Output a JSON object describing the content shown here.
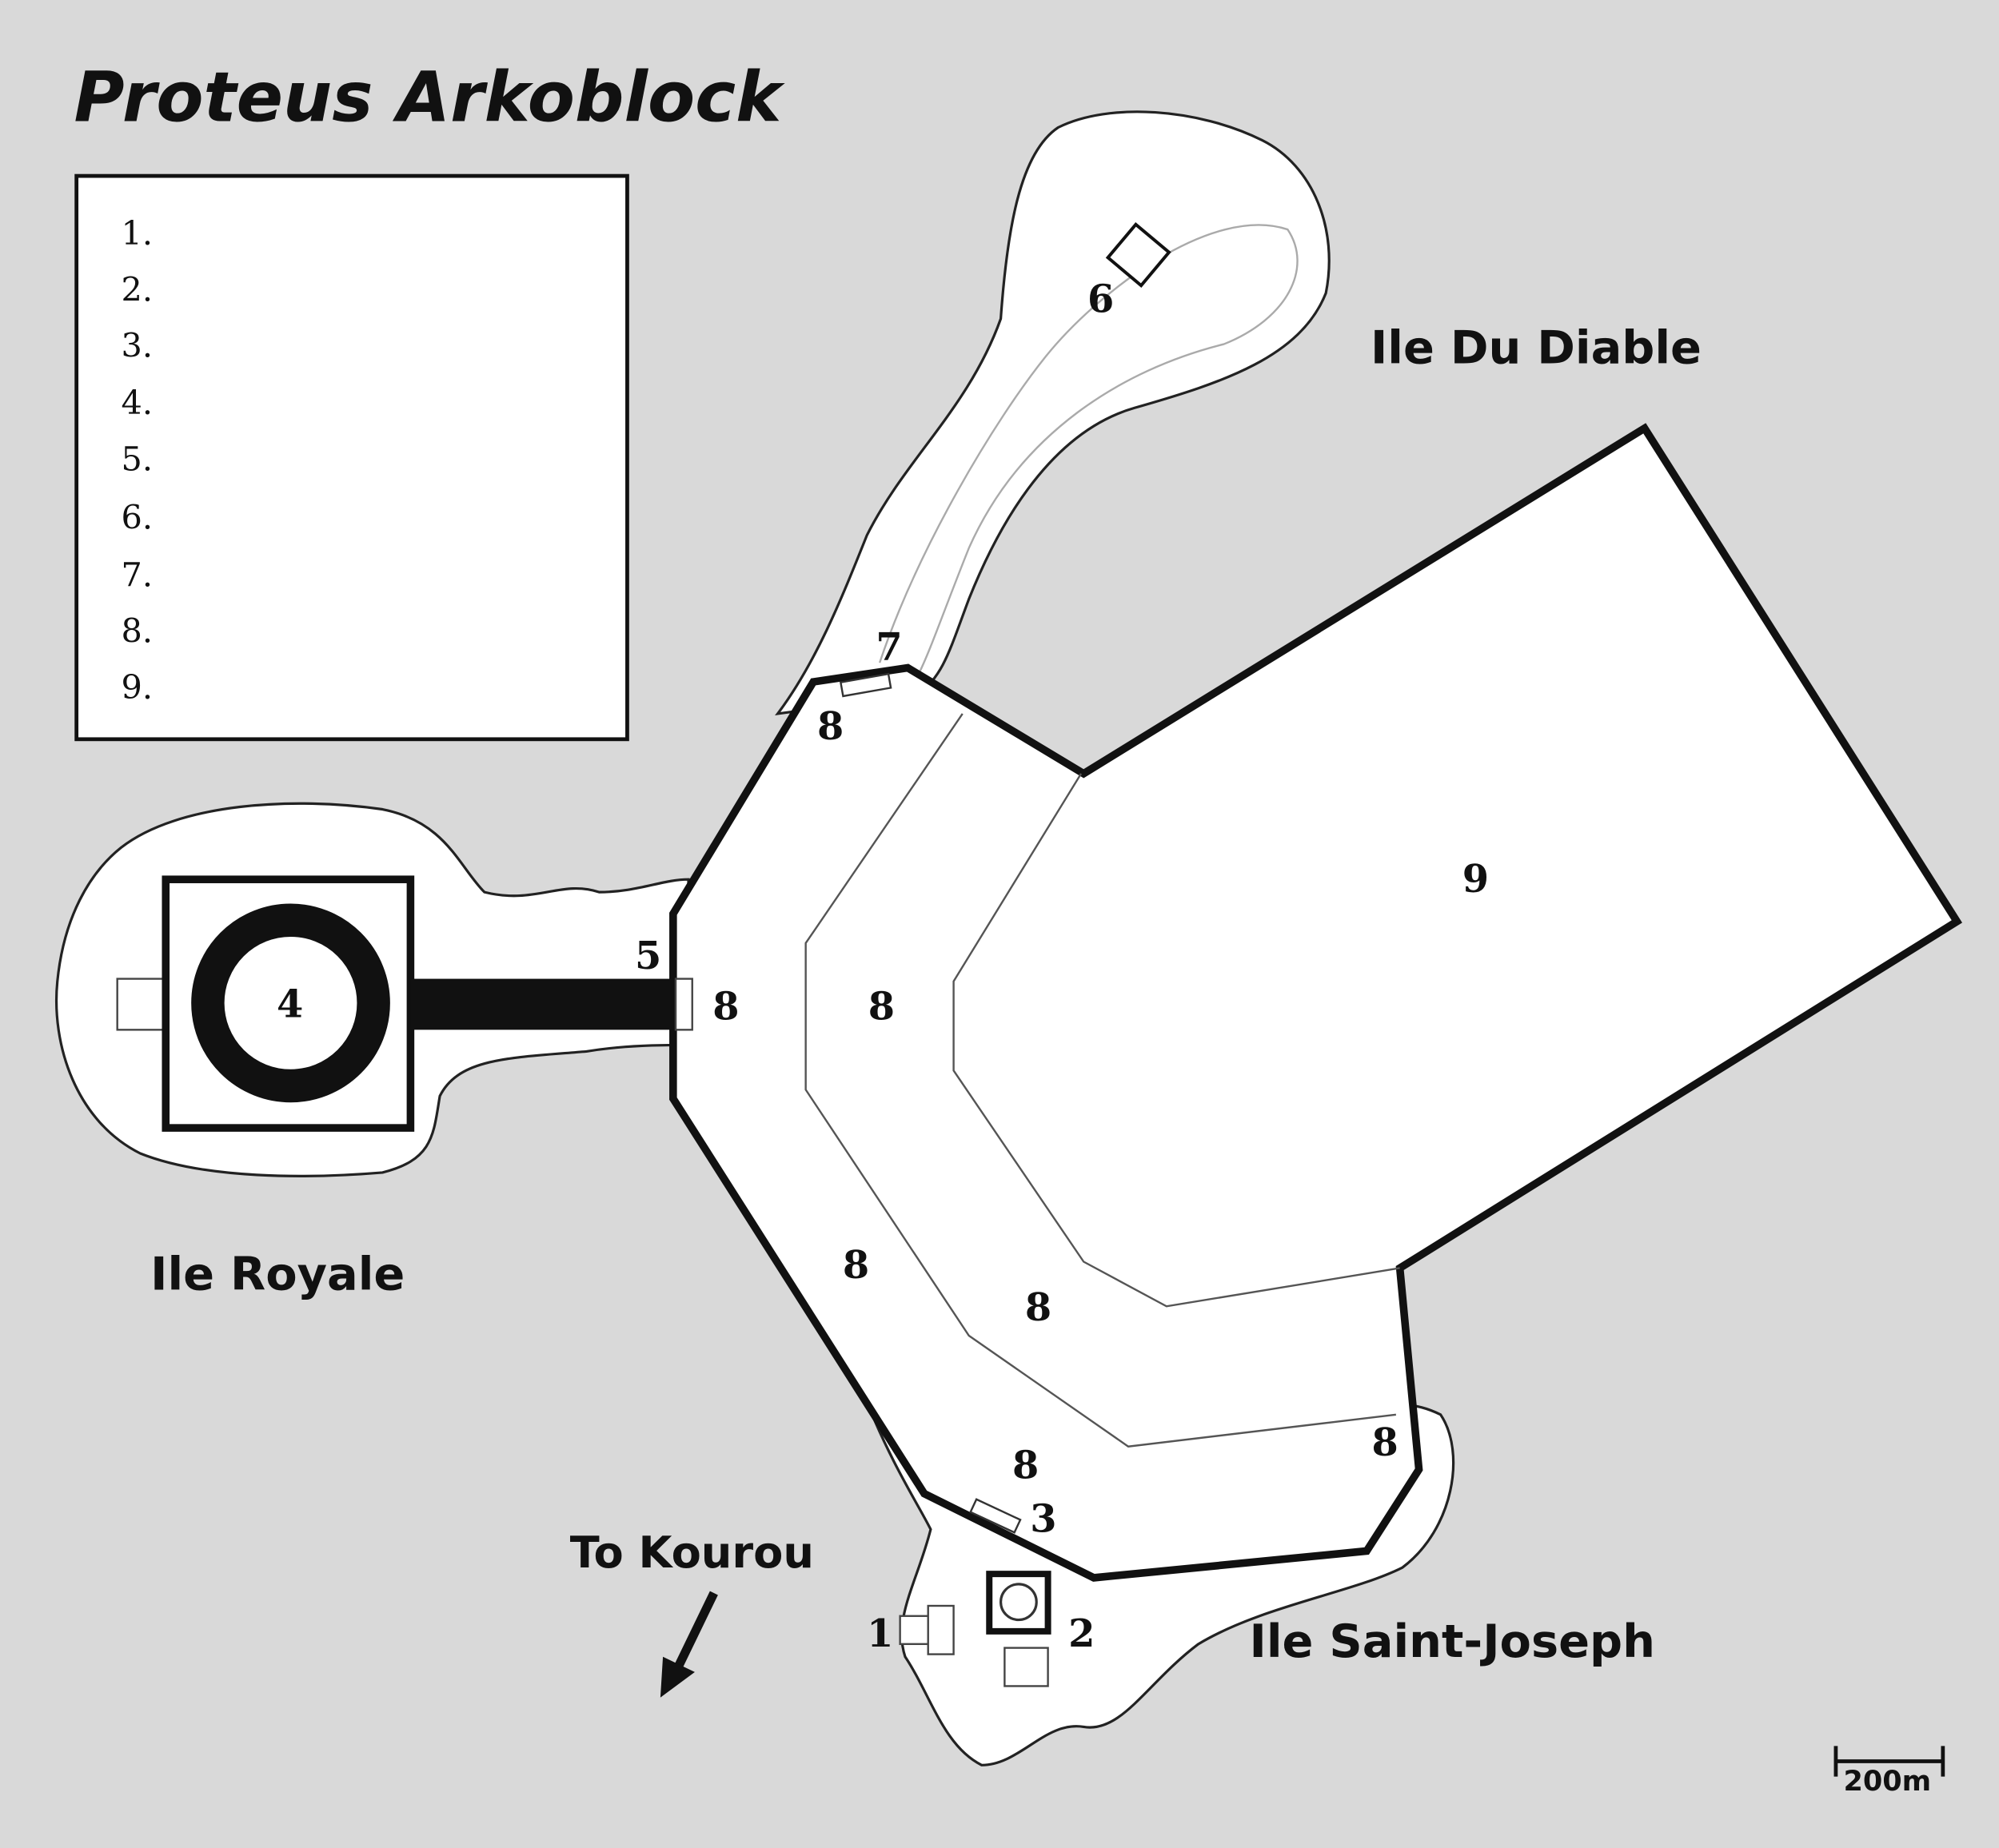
{
  "title": "Proteus Arkoblock",
  "legend": {
    "items": [
      "1.",
      "2.",
      "3.",
      "4.",
      "5.",
      "6.",
      "7.",
      "8.",
      "9."
    ]
  },
  "islands": {
    "diable": "Ile Du Diable",
    "royale": "Ile Royale",
    "saint_joseph": "Ile Saint-Joseph"
  },
  "direction": {
    "label": "To Kourou"
  },
  "scale": {
    "label": "200m"
  },
  "markers": {
    "m1": "1",
    "m2": "2",
    "m3": "3",
    "m4": "4",
    "m5": "5",
    "m6": "6",
    "m7": "7",
    "m8": "8",
    "m9": "9"
  },
  "colors": {
    "sea": "#d9d9d9",
    "land": "#ffffff",
    "ink": "#111111"
  }
}
